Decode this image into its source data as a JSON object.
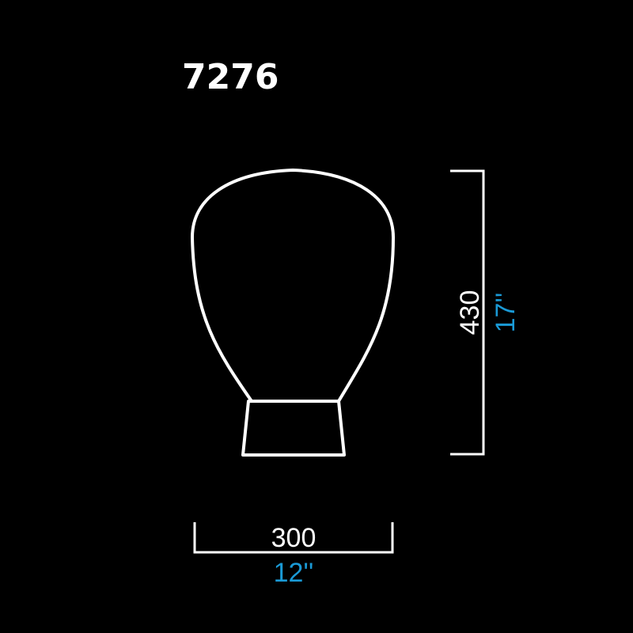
{
  "product": {
    "model_number": "7276"
  },
  "dimensions": {
    "width": {
      "mm": "300",
      "inches": "12''"
    },
    "height": {
      "mm": "430",
      "inches": "17''"
    }
  },
  "colors": {
    "background": "#000000",
    "outline": "#ffffff",
    "metric_text": "#ffffff",
    "imperial_text": "#1a9ad6"
  }
}
